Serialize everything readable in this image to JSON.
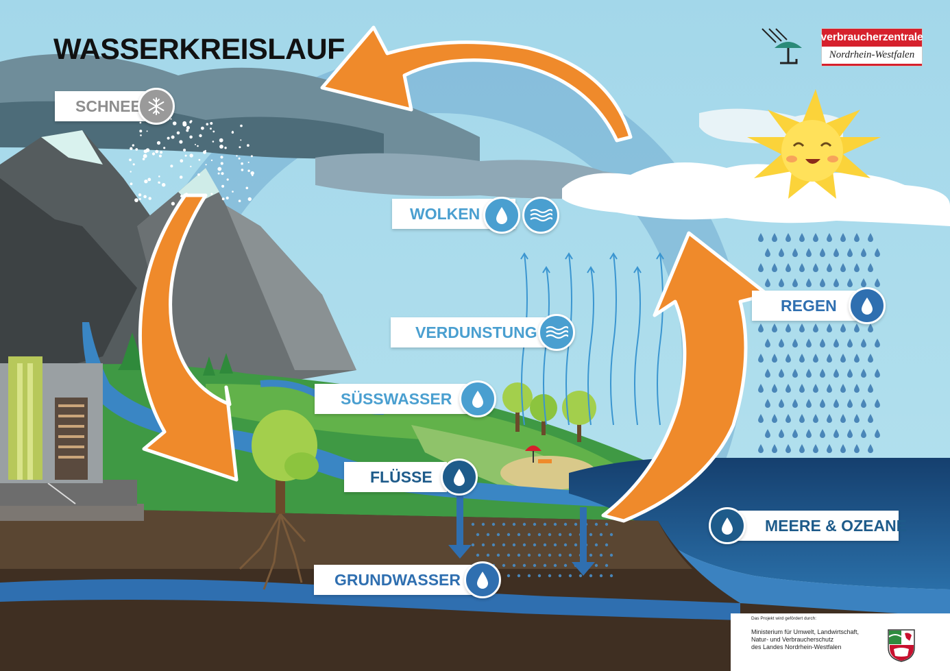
{
  "title": "WASSERKREISLAUF",
  "labels": {
    "schnee": "SCHNEE",
    "wolken": "WOLKEN",
    "verdunstung": "VERDUNSTUNG",
    "suesswasser": "SÜSSWASSER",
    "fluesse": "FLÜSSE",
    "grundwasser": "GRUNDWASSER",
    "regen": "REGEN",
    "meere": "MEERE & OZEANE"
  },
  "logo": {
    "top": "verbraucherzentrale",
    "bottom": "Nordrhein-Westfalen"
  },
  "sponsor": {
    "intro": "Das Projekt wird gefördert durch:",
    "ministry_line1": "Ministerium für Umwelt, Landwirtschaft,",
    "ministry_line2": "Natur- und Verbraucherschutz",
    "ministry_line3": "des Landes Nordrhein-Westfalen"
  },
  "icons": {
    "schnee": "snowflake-icon",
    "wolken": [
      "water-drop-icon",
      "waves-icon"
    ],
    "verdunstung": "waves-icon",
    "suesswasser": "water-drop-icon",
    "fluesse": "water-drop-icon",
    "grundwasser": "water-drop-icon",
    "regen": "water-drop-icon",
    "meere": "water-drop-icon"
  },
  "colors": {
    "orange_arrow": "#ef8a2b",
    "label_light_blue": "#4a9fd0",
    "label_dark_blue": "#1e5b8a",
    "label_grey": "#8e8e8e",
    "sky": "#a9dcec",
    "grass": "#3f9944",
    "sea": "#1d4f86",
    "soil": "#3f2f22",
    "brand_red": "#d6202c"
  }
}
